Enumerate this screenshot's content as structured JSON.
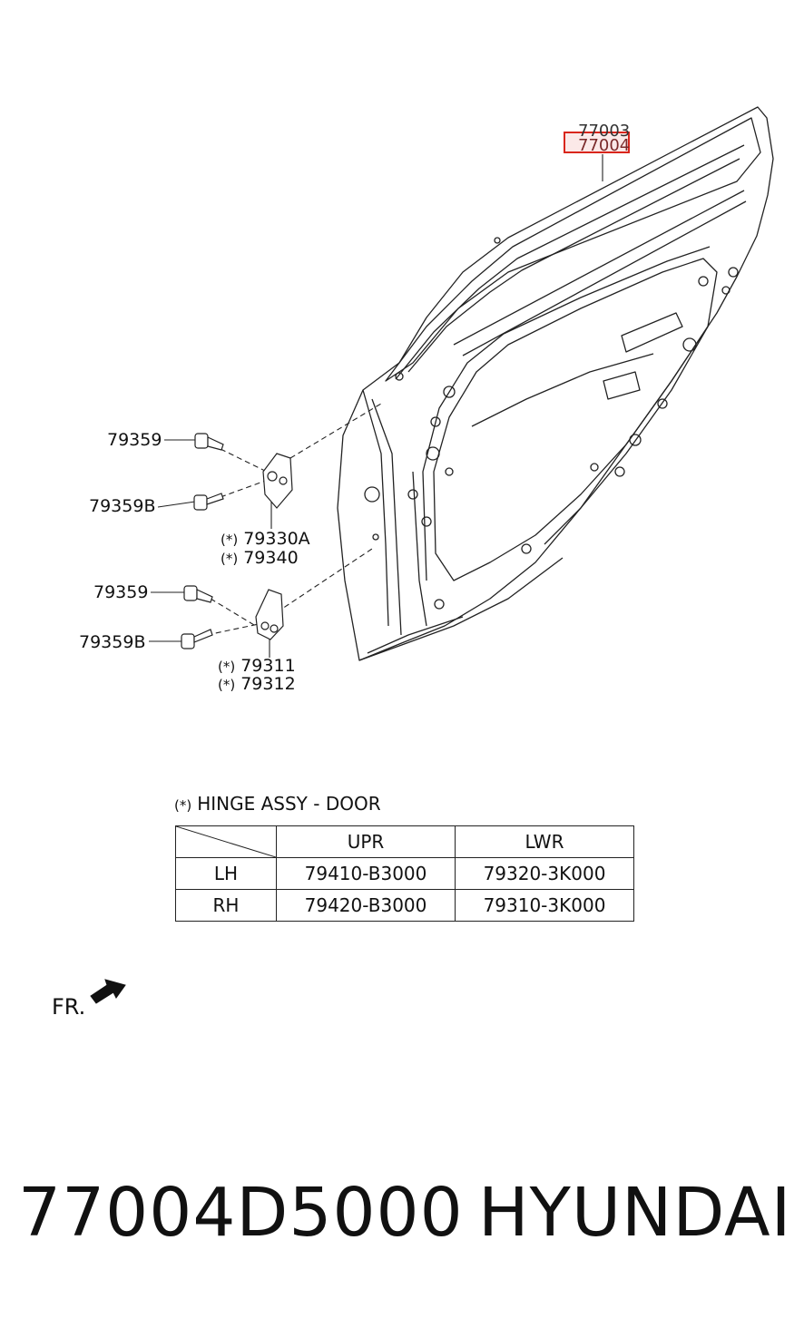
{
  "callouts": {
    "top_a": "77003",
    "top_b": "77004",
    "bolt_upper_1": "79359",
    "bolt_upper_2": "79359B",
    "hinge_upper_1": "79330A",
    "hinge_upper_2": "79340",
    "bolt_lower_1": "79359",
    "bolt_lower_2": "79359B",
    "hinge_lower_1": "79311",
    "hinge_lower_2": "79312",
    "star_mark": "(*)"
  },
  "legend": {
    "title": "HINGE ASSY - DOOR",
    "header": [
      "",
      "UPR",
      "LWR"
    ],
    "rows": [
      [
        "LH",
        "79410-B3000",
        "79320-3K000"
      ],
      [
        "RH",
        "79420-B3000",
        "79310-3K000"
      ]
    ]
  },
  "direction": {
    "label": "FR."
  },
  "footer": {
    "part_number": "77004D5000",
    "brand": "HYUNDAI"
  },
  "colors": {
    "line": "#222222",
    "highlight": "#d9261c"
  }
}
